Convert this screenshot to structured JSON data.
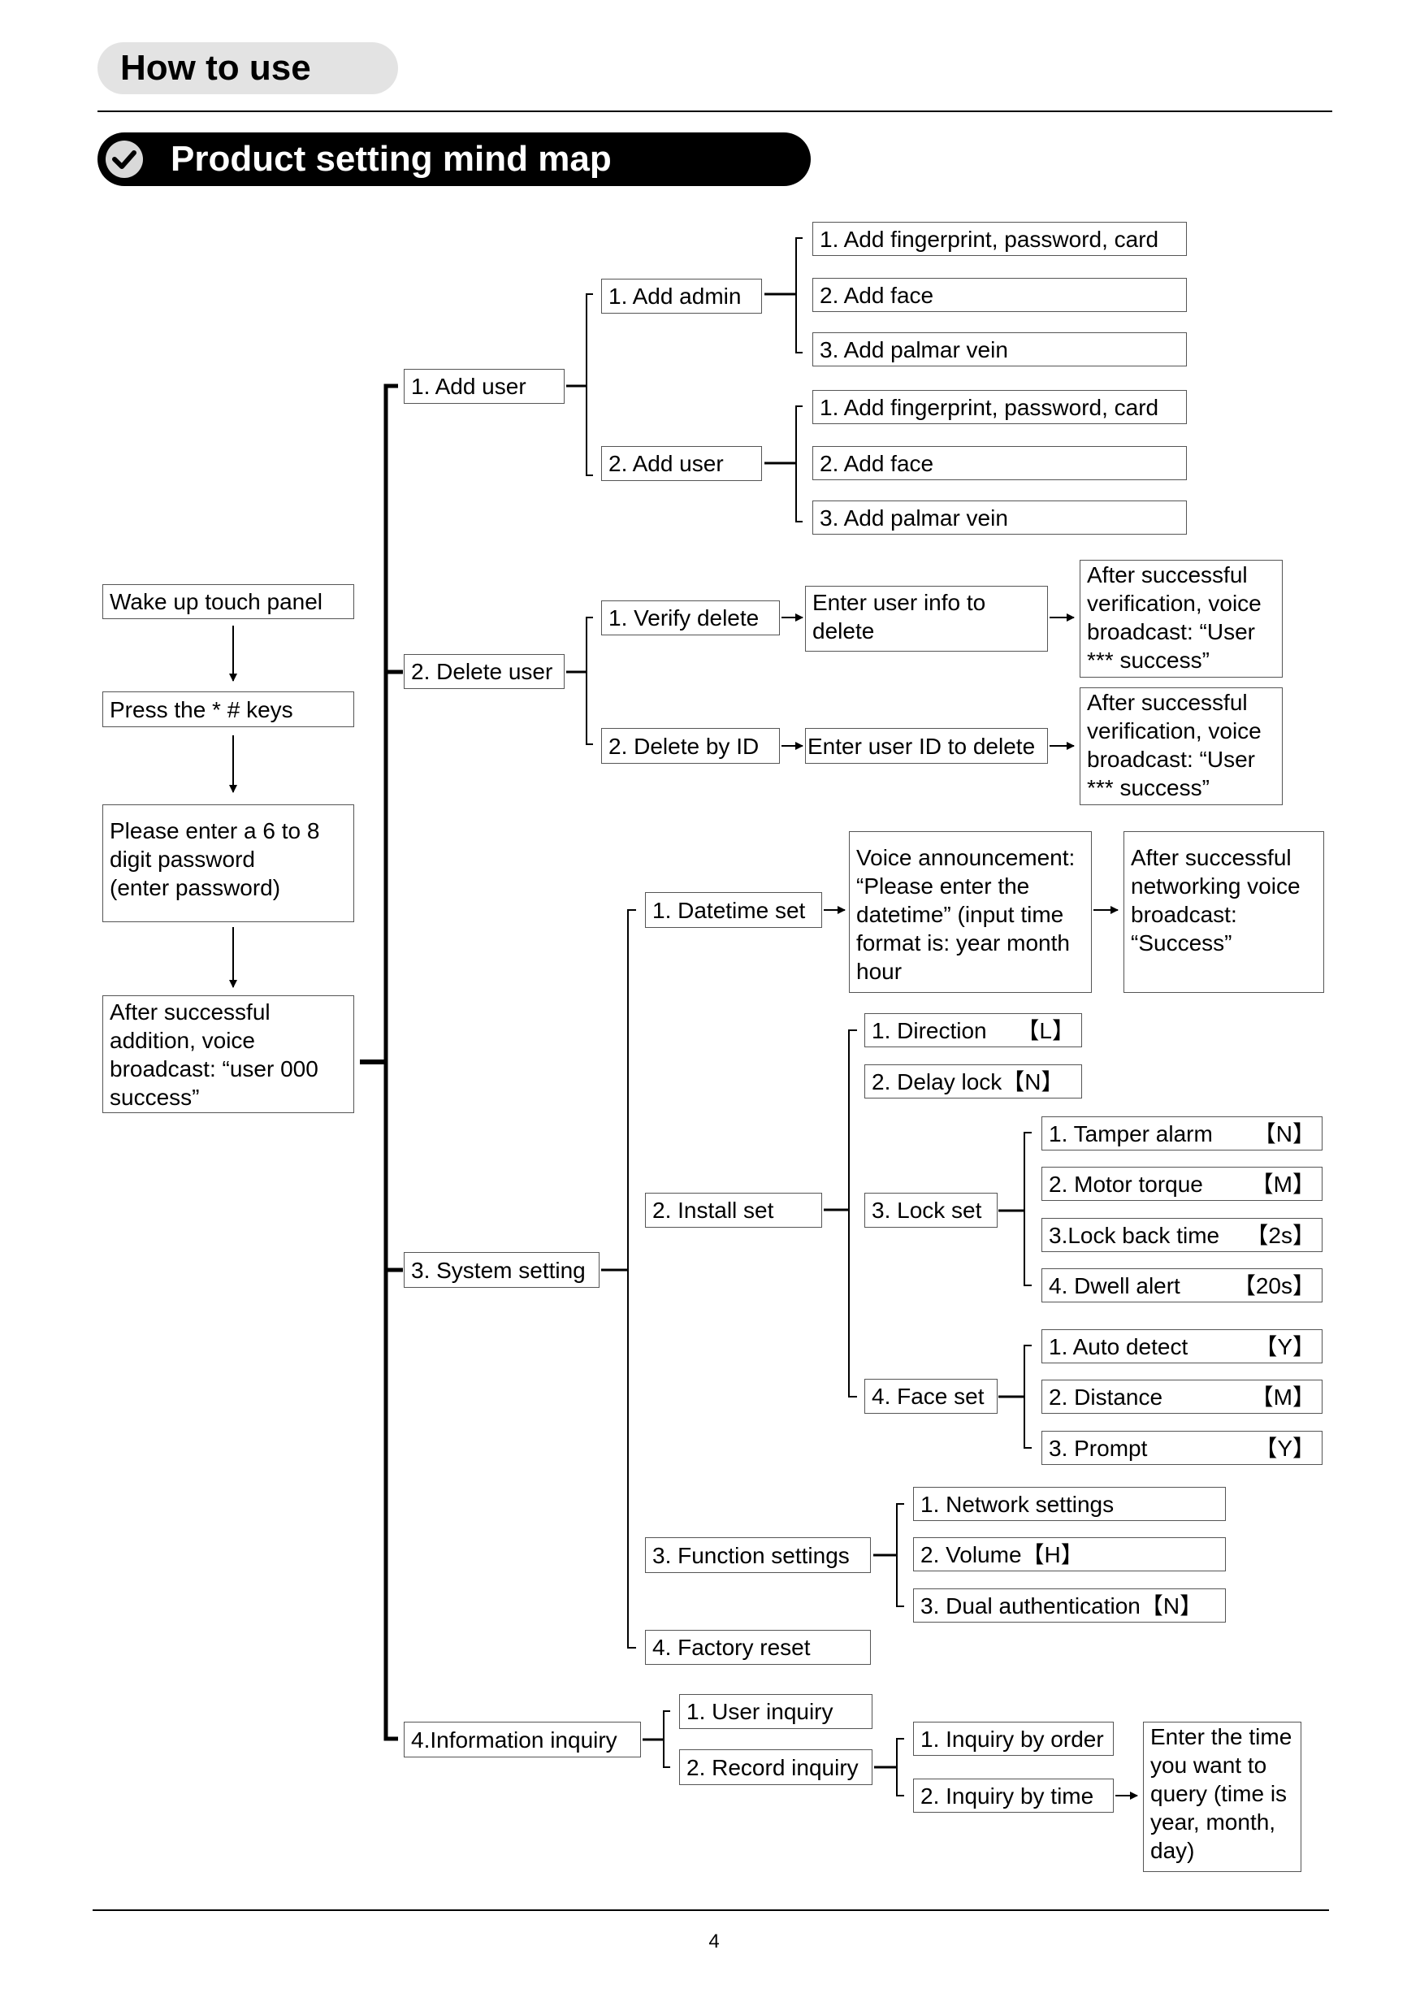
{
  "header": {
    "section": "How to use",
    "title": "Product setting mind map"
  },
  "flow": {
    "wake": "Wake up touch panel",
    "press": "Press the * # keys",
    "enter_password": "Please enter a 6 to 8\ndigit password\n(enter password)",
    "after_addition": "After successful\naddition, voice\nbroadcast: “user 000\nsuccess”"
  },
  "add_user": {
    "label": "1. Add user",
    "add_admin": {
      "label": "1. Add admin",
      "items": [
        "1. Add fingerprint, password, card",
        "2. Add face",
        "3. Add palmar vein"
      ]
    },
    "add_user_sub": {
      "label": "2. Add user",
      "items": [
        "1. Add fingerprint, password, card",
        "2. Add face",
        "3. Add palmar vein"
      ]
    }
  },
  "delete_user": {
    "label": "2. Delete user",
    "verify": {
      "label": "1. Verify delete",
      "step": "Enter user info to\ndelete",
      "result": "After successful\nverification, voice\nbroadcast: “User\n*** success”"
    },
    "by_id": {
      "label": "2. Delete by ID",
      "step": "Enter user ID to delete",
      "result": "After successful\nverification, voice\nbroadcast: “User\n*** success”"
    }
  },
  "system_setting": {
    "label": "3. System setting",
    "datetime": {
      "label": "1. Datetime set",
      "step": "Voice announcement:\n“Please enter the\ndatetime” (input time\nformat is: year month\nhour",
      "result": "After successful\nnetworking voice\nbroadcast:\n“Success”"
    },
    "install": {
      "label": "2. Install set",
      "direction": {
        "name": "1. Direction",
        "value": "【L】"
      },
      "delay_lock": {
        "name": "2. Delay lock",
        "value": "【N】"
      },
      "lock_set": {
        "label": "3. Lock set",
        "items": [
          {
            "name": "1. Tamper alarm",
            "value": "【N】"
          },
          {
            "name": "2. Motor torque",
            "value": "【M】"
          },
          {
            "name": "3.Lock back time",
            "value": "【2s】"
          },
          {
            "name": "4. Dwell alert",
            "value": "【20s】"
          }
        ]
      },
      "face_set": {
        "label": "4. Face set",
        "items": [
          {
            "name": "1. Auto detect",
            "value": "【Y】"
          },
          {
            "name": "2. Distance",
            "value": "【M】"
          },
          {
            "name": "3. Prompt",
            "value": "【Y】"
          }
        ]
      }
    },
    "function": {
      "label": "3. Function settings",
      "items": [
        "1. Network settings",
        "2. Volume【H】",
        "3. Dual authentication【N】"
      ]
    },
    "factory_reset": "4. Factory reset"
  },
  "info_inquiry": {
    "label": "4.Information inquiry",
    "user_inquiry": "1. User inquiry",
    "record_inquiry": {
      "label": "2. Record inquiry",
      "by_order": "1. Inquiry by order",
      "by_time": "2. Inquiry by time",
      "time_step": "Enter the time\nyou want to\nquery (time is\nyear, month,\nday)"
    }
  },
  "footer": {
    "page_number": "4"
  }
}
